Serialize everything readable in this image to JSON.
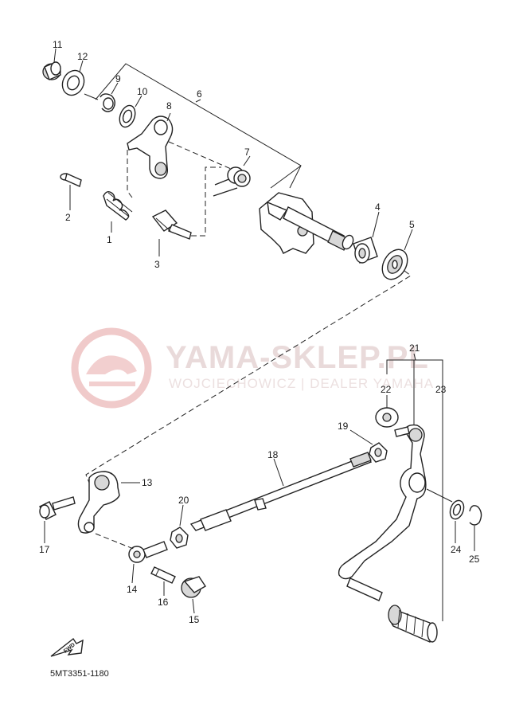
{
  "watermark": {
    "title": "YAMA-SKLEP.PL",
    "subtitle": "WOJCIECHOWICZ | DEALER YAMAHA",
    "brand_color": "#e05a5a"
  },
  "diagram_code": "5MT3351-1180",
  "fwd_label": "FWD",
  "callouts": {
    "n1": "1",
    "n2": "2",
    "n3": "3",
    "n4": "4",
    "n5": "5",
    "n6": "6",
    "n7": "7",
    "n8": "8",
    "n9": "9",
    "n10": "10",
    "n11": "11",
    "n12": "12",
    "n13": "13",
    "n14": "14",
    "n15": "15",
    "n16": "16",
    "n17": "17",
    "n18": "18",
    "n19": "19",
    "n20": "20",
    "n21": "21",
    "n22": "22",
    "n23": "23",
    "n24": "24",
    "n25": "25"
  }
}
